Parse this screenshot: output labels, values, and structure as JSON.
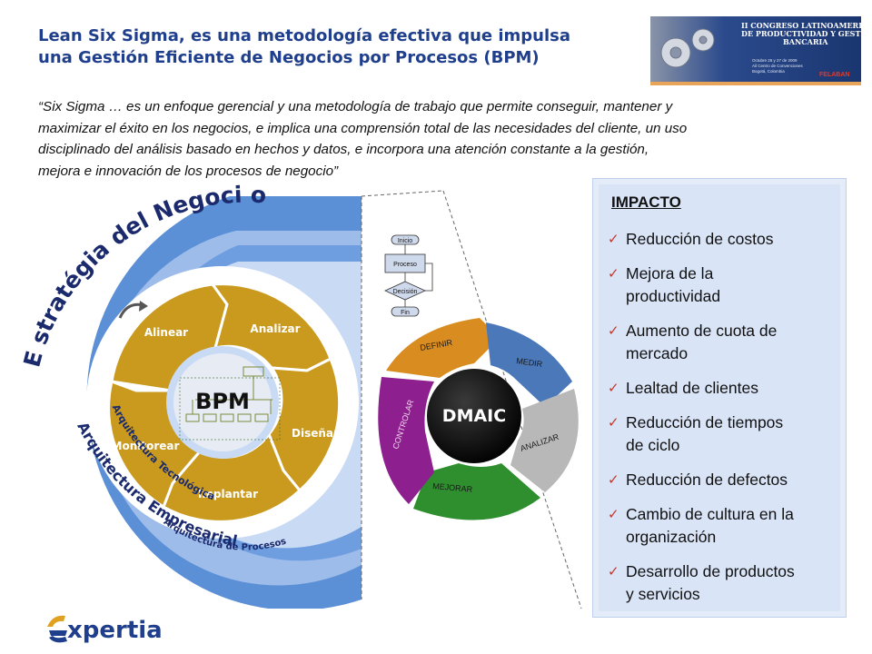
{
  "title": {
    "line1": "Lean Six Sigma, es una metodología efectiva que impulsa",
    "line2": "una Gestión Eficiente de Negocios por Procesos (BPM)"
  },
  "banner": {
    "line1": "II CONGRESO LATINOAMERICANO",
    "line2": "DE PRODUCTIVIDAD Y GESTIÓN",
    "line3": "BANCARIA",
    "date1": "Octubre 26 y 27 de 2009",
    "date2": "Ail Centro de Convenciones",
    "date3": "Bogotá, Colombia",
    "sponsor": "FELABAN"
  },
  "quote": {
    "line1": "“Six Sigma … es un enfoque gerencial y una metodología de trabajo que permite conseguir, mantener y",
    "line2": "maximizar el éxito en los negocios, e implica una comprensión total de las necesidades del cliente, un uso",
    "line3": "disciplinado del análisis basado en hechos y datos, e incorpora una atención constante a la gestión,",
    "line4": "mejora e innovación de los procesos de negocio”"
  },
  "bpm_diagram": {
    "outer_ring": "E stratégia del Negoci o",
    "ring2": "Arquitectura Empresarial",
    "ring3": "Arquitectura Tecnológica",
    "ring4": "Arquitectura de Procesos",
    "center": "BPM",
    "segments": [
      "Alinear",
      "Analizar",
      "Diseñar",
      "Implantar",
      "Monitorear"
    ]
  },
  "flowchart": {
    "start": "Inicio",
    "process": "Proceso",
    "decision": "Decisión",
    "end": "Fin"
  },
  "dmaic": {
    "center": "DMAIC",
    "phases": [
      "DEFINIR",
      "MEDIR",
      "ANALIZAR",
      "MEJORAR",
      "CONTROLAR"
    ],
    "colors": {
      "definir": "#d98c1f",
      "medir": "#4a78b8",
      "analizar": "#b8b8b8",
      "mejorar": "#2f8f2f",
      "controlar": "#8e1f8e"
    }
  },
  "impact": {
    "title": "IMPACTO",
    "items": [
      [
        "Reducción de costos"
      ],
      [
        "Mejora de la",
        "productividad"
      ],
      [
        "Aumento de cuota de",
        "mercado"
      ],
      [
        "Lealtad de clientes"
      ],
      [
        "Reducción de  tiempos",
        "de ciclo"
      ],
      [
        "Reducción de defectos"
      ],
      [
        "Cambio de cultura en la",
        "organización"
      ],
      [
        "Desarrollo de productos",
        "y servicios"
      ]
    ]
  },
  "logo": {
    "text": "xpertia"
  },
  "colors": {
    "title": "#1f3f8c",
    "gold": "#c99a1e",
    "blue_ring": "#5b8fd6",
    "panel": "#d9e4f7",
    "check": "#c0392b"
  }
}
